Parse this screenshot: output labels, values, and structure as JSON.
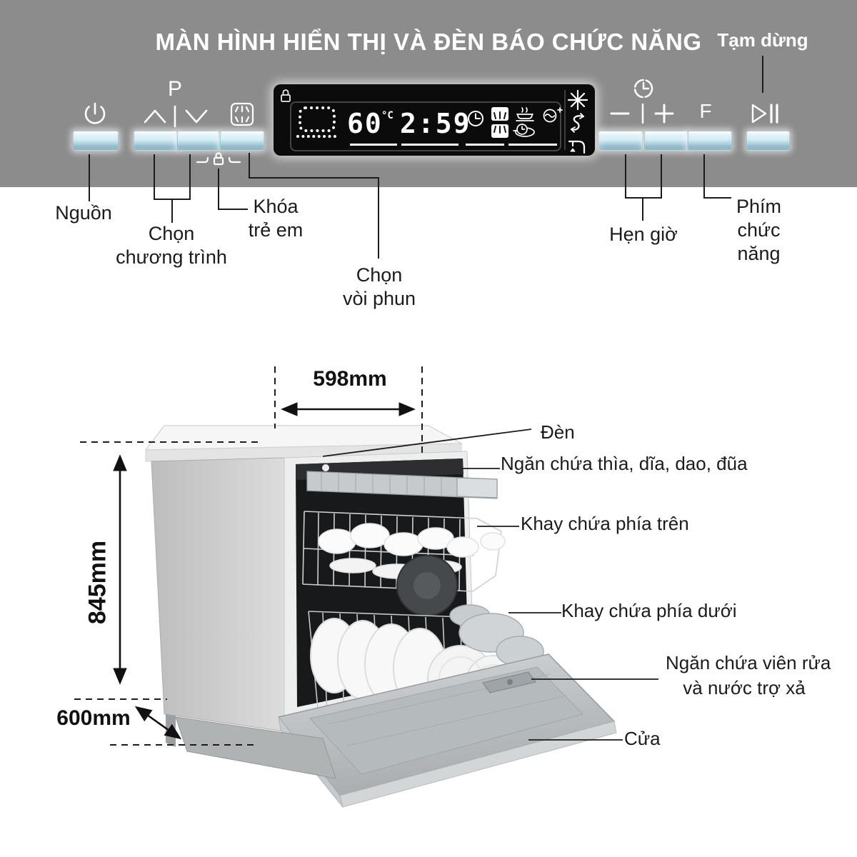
{
  "colors": {
    "panel_bg": "#8c8c8c",
    "title_text": "#ffffff",
    "label_text": "#1b1b1b",
    "display_bg": "#0b0b0c",
    "display_segments": "#ffffff",
    "button_blue": "#cfe6f0",
    "button_glow": "#ffffff"
  },
  "panel": {
    "title": "MÀN HÌNH HIỂN THỊ VÀ ĐÈN BÁO CHỨC NĂNG",
    "pause_label": "Tạm dừng",
    "program_letter": "P",
    "function_letter": "F",
    "display": {
      "temperature": "60",
      "temp_unit": "°C",
      "time": "2:59"
    },
    "labels": {
      "power": "Nguồn",
      "program": [
        "Chọn",
        "chương trình"
      ],
      "child_lock": [
        "Khóa",
        "trẻ em"
      ],
      "spray": [
        "Chọn",
        "vòi phun"
      ],
      "timer": "Hẹn giờ",
      "function": [
        "Phím",
        "chức năng"
      ]
    },
    "icons": {
      "power": "power-icon",
      "program_up": "chevron-up-icon",
      "program_down": "chevron-down-icon",
      "spray_select": "spray-arm-square-icon",
      "child_lock": "lock-bracket-icon",
      "timer": "clock-icon",
      "pause": "play-pause-icon",
      "display": [
        "lock-icon",
        "program-dots-icon",
        "delay-clock-icon",
        "upper-spray-icon",
        "lower-spray-icon",
        "dish-warm-icon",
        "half-load-icon",
        "extra-dry-icon",
        "salt-star-icon",
        "rinse-cycle-icon",
        "water-tap-icon"
      ]
    }
  },
  "diagram": {
    "dim_width": "598mm",
    "dim_height": "845mm",
    "dim_depth": "600mm",
    "callouts": {
      "light": "Đèn",
      "cutlery_tray": "Ngăn chứa thìa, dĩa, dao, đũa",
      "upper_rack": "Khay chứa phía trên",
      "lower_rack": "Khay chứa phía dưới",
      "dispenser": [
        "Ngăn chứa viên rửa",
        "và nước trợ xả"
      ],
      "door": "Cửa"
    }
  }
}
